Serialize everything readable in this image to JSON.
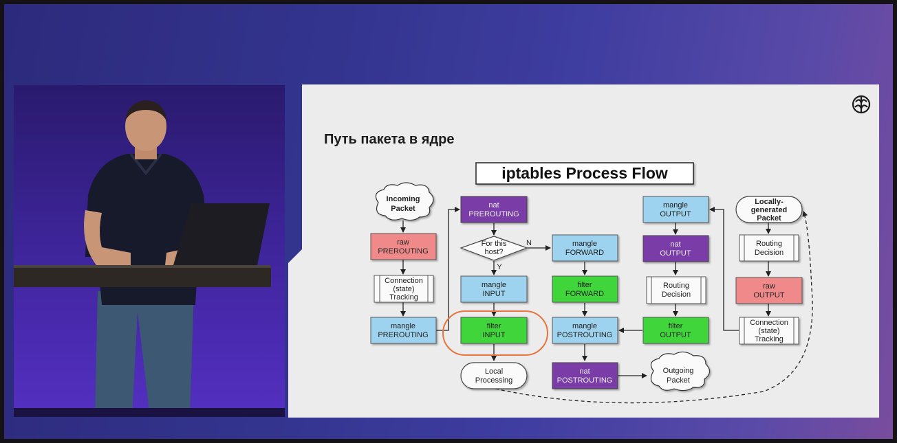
{
  "slide": {
    "title": "Путь пакета в ядре",
    "logo_icon": "brain-logo-icon"
  },
  "diagram": {
    "title": "iptables  Process Flow",
    "nodes": {
      "incoming": [
        "Incoming",
        "Packet"
      ],
      "raw_prerouting": [
        "raw",
        "PREROUTING"
      ],
      "conntrack_in": [
        "Connection",
        "(state)",
        "Tracking"
      ],
      "mangle_prerouting": [
        "mangle",
        "PREROUTING"
      ],
      "nat_prerouting": [
        "nat",
        "PREROUTING"
      ],
      "for_this_host": [
        "For this",
        "host?"
      ],
      "label_n": "N",
      "label_y": "Y",
      "mangle_input": [
        "mangle",
        "INPUT"
      ],
      "filter_input": [
        "filter",
        "INPUT"
      ],
      "local_processing": [
        "Local",
        "Processing"
      ],
      "mangle_forward": [
        "mangle",
        "FORWARD"
      ],
      "filter_forward": [
        "filter",
        "FORWARD"
      ],
      "mangle_postrouting": [
        "mangle",
        "POSTROUTING"
      ],
      "nat_postrouting": [
        "nat",
        "POSTROUTING"
      ],
      "outgoing": [
        "Outgoing",
        "Packet"
      ],
      "mangle_output": [
        "mangle",
        "OUTPUT"
      ],
      "nat_output": [
        "nat",
        "OUTPUT"
      ],
      "routing_decision_mid": [
        "Routing",
        "Decision"
      ],
      "filter_output": [
        "filter",
        "OUTPUT"
      ],
      "locally_generated": [
        "Locally-",
        "generated",
        "Packet"
      ],
      "routing_decision_right": [
        "Routing",
        "Decision"
      ],
      "raw_output": [
        "raw",
        "OUTPUT"
      ],
      "conntrack_out": [
        "Connection",
        "(state)",
        "Tracking"
      ]
    },
    "colors": {
      "raw": "#f08a8a",
      "mangle": "#9dd3ee",
      "nat": "#7a3da8",
      "filter": "#3fd63a",
      "highlight": "#e8733c"
    }
  }
}
